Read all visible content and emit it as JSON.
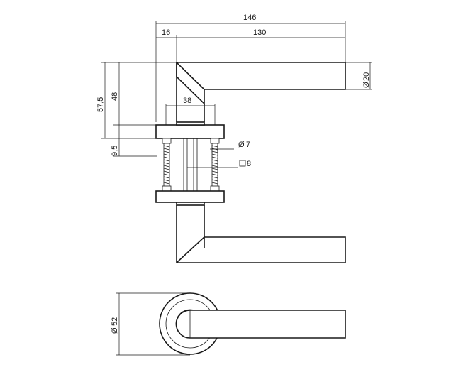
{
  "dimensions": {
    "overall_length": "146",
    "offset": "16",
    "lever_length": "130",
    "grip_diameter": "20",
    "total_height": "57,5",
    "lever_height": "48",
    "rose_offset": "9,5",
    "screw_spacing": "38",
    "screw_diameter": "7",
    "spindle_square": "8",
    "rose_diameter": "52"
  }
}
